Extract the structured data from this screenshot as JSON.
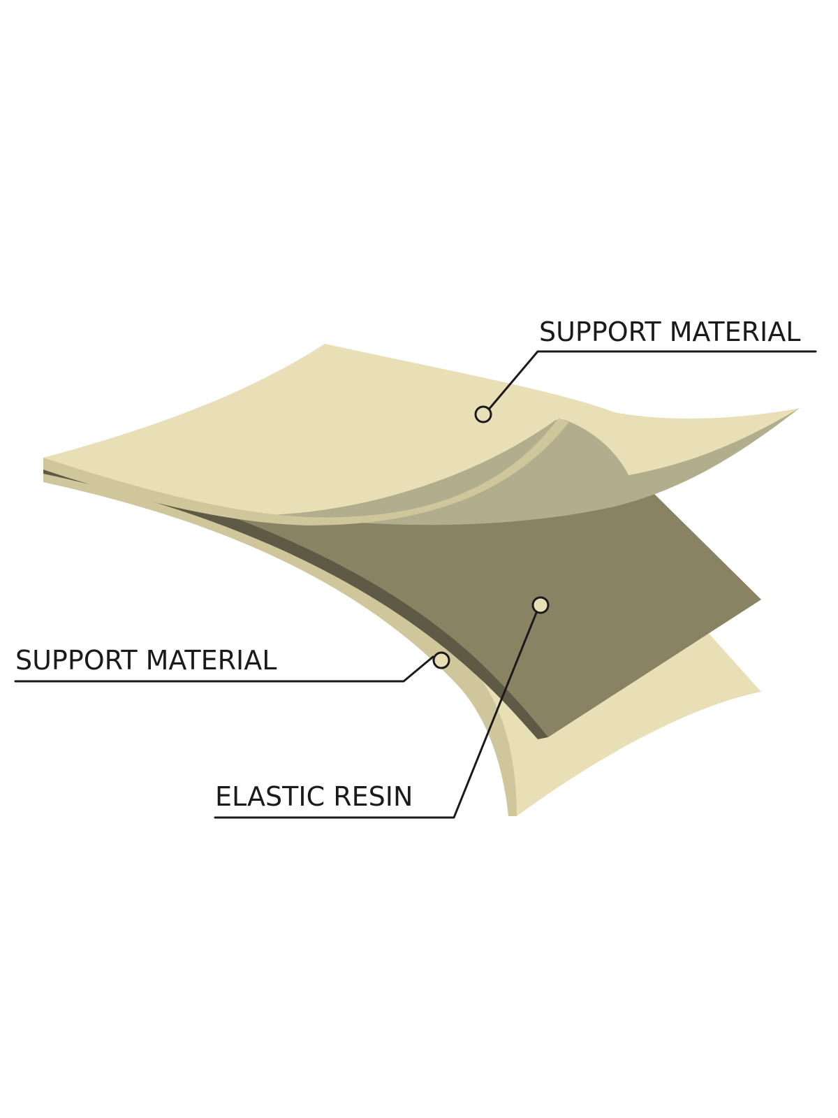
{
  "labels": {
    "top_support": "SUPPORT MATERIAL",
    "bottom_support": "SUPPORT MATERIAL",
    "resin": "ELASTIC RESIN"
  },
  "colors": {
    "background": "#ffffff",
    "support_face": "#e8dfb6",
    "support_edge": "#cfc69c",
    "support_underside": "#b2ad8c",
    "resin_face": "#898364",
    "resin_edge": "#5f5a45",
    "ink": "#1a1a1a"
  }
}
